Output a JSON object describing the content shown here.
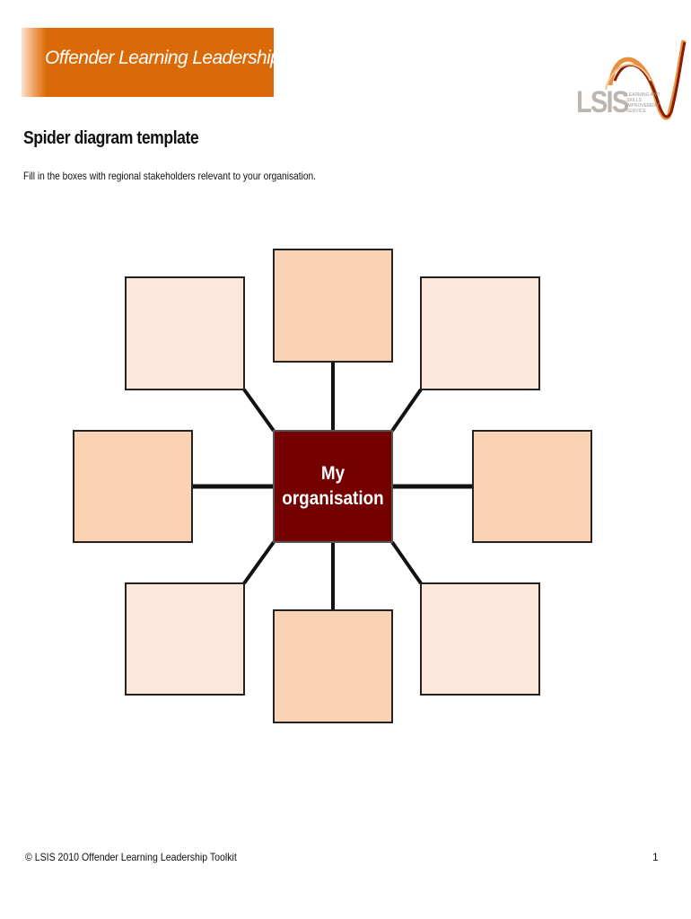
{
  "header": {
    "banner_title": "Offender Learning Leadership Toolkit",
    "logo": {
      "wordmark": "LSIS",
      "tagline": "LEARNING AND SKILLS IMPROVEMENT SERVICE"
    }
  },
  "page_title": "Spider diagram template",
  "instructions": "Fill in the boxes with regional stakeholders relevant to your organisation.",
  "diagram": {
    "center_label_line1": "My",
    "center_label_line2": "organisation",
    "center_color": "#750000",
    "box_color_dark": "#f9d3b4",
    "box_color_light": "#fce8da",
    "outer_boxes": [
      "top",
      "top-right",
      "right",
      "bottom-right",
      "bottom",
      "bottom-left",
      "left",
      "top-left"
    ]
  },
  "footer": {
    "copyright": "© LSIS 2010 Offender Learning Leadership Toolkit",
    "page_number": "1"
  },
  "colors": {
    "banner": "#d96a07"
  }
}
